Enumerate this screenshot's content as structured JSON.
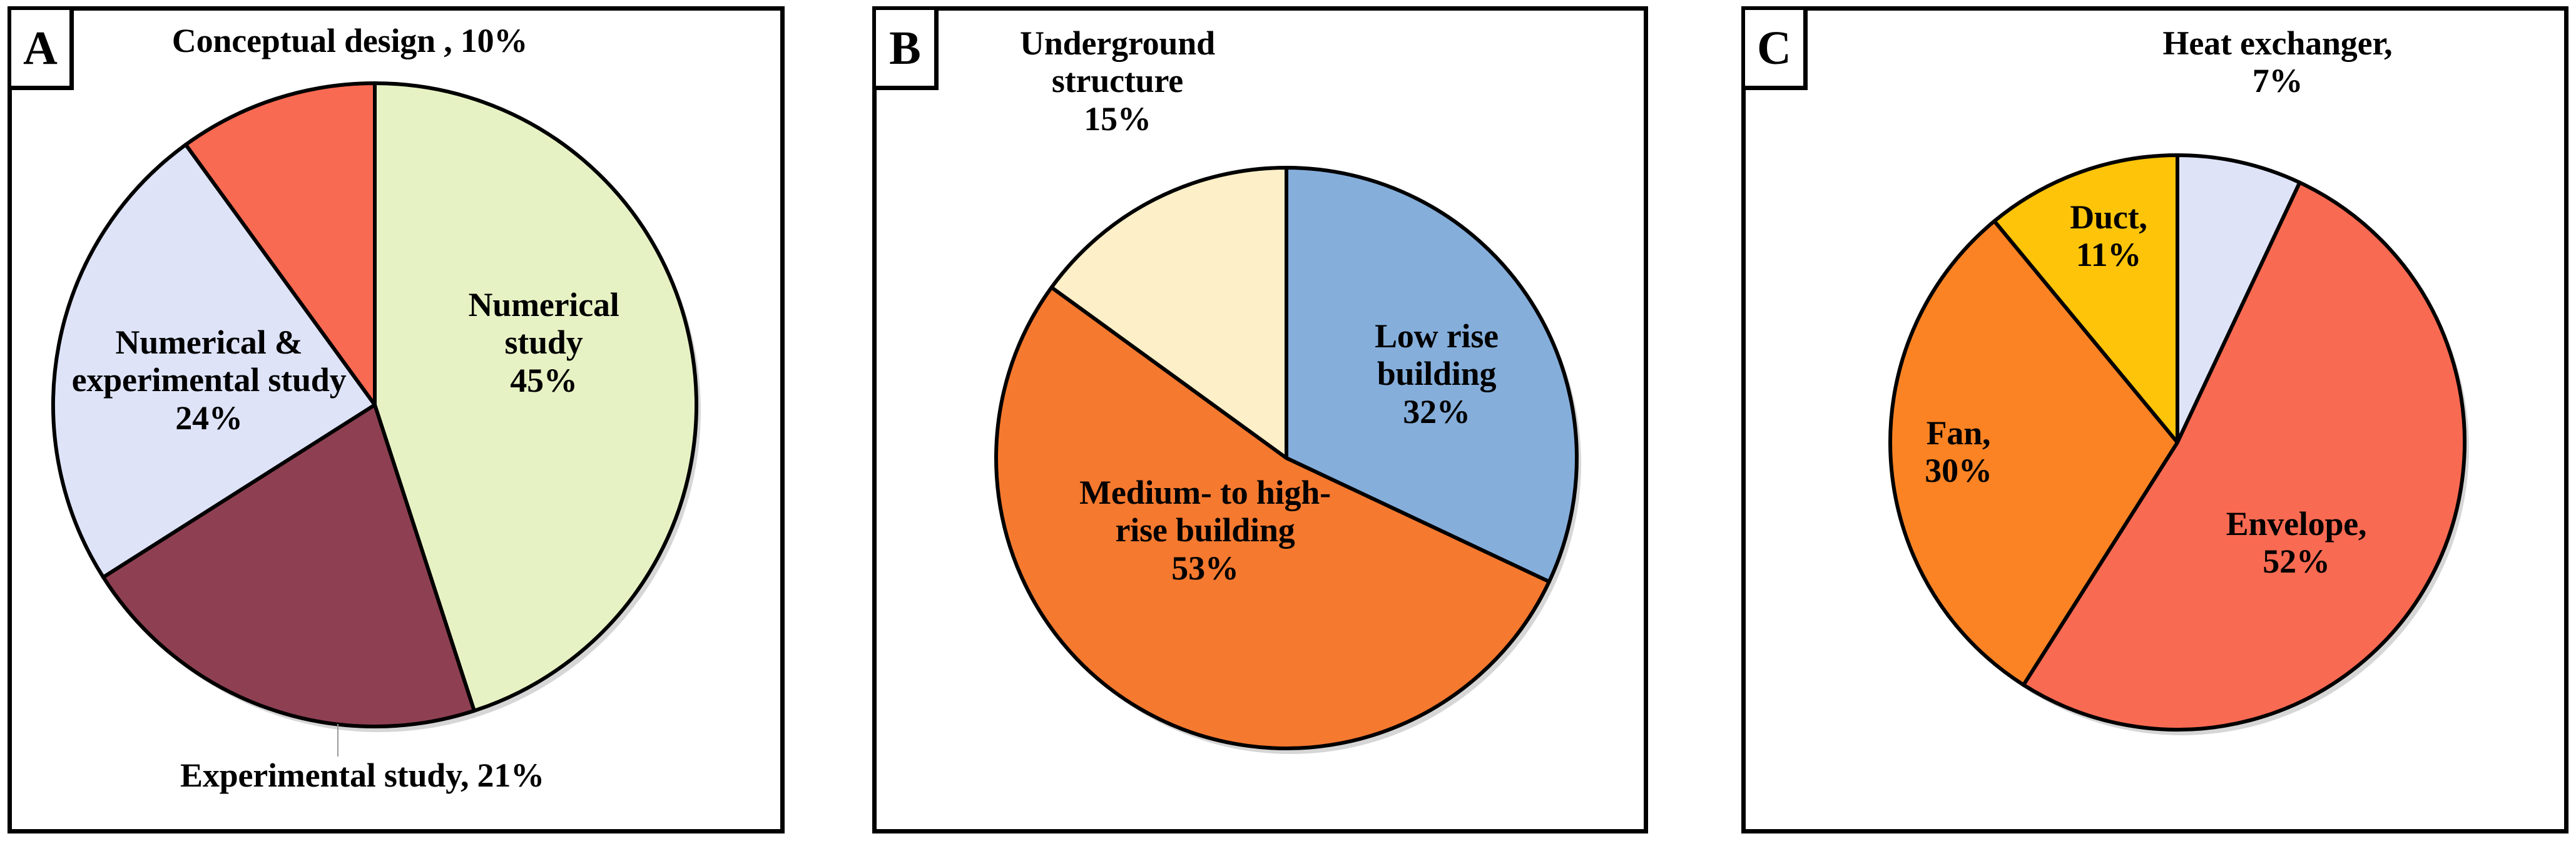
{
  "figure": {
    "panels": [
      {
        "id": "A",
        "badge": "A",
        "chart_data": {
          "type": "pie",
          "title": "",
          "start_angle_deg": 0,
          "direction": "clockwise",
          "categories": [
            "Numerical study",
            "Experimental study",
            "Numerical & experimental study",
            "Conceptual design"
          ],
          "values": [
            45,
            21,
            24,
            10
          ],
          "colors": [
            "#E7F2C4",
            "#8E4052",
            "#DEE3F8",
            "#F96A52"
          ],
          "labels": [
            {
              "name": "Numerical study",
              "percent": "45%",
              "text": "Numerical\nstudy\n45%",
              "placement": "inside"
            },
            {
              "name": "Experimental study",
              "percent": "21%",
              "text": "Experimental study, 21%",
              "placement": "outside-bottom"
            },
            {
              "name": "Numerical & experimental study",
              "percent": "24%",
              "text": "Numerical &\nexperimental study\n24%",
              "placement": "inside"
            },
            {
              "name": "Conceptual design",
              "percent": "10%",
              "text": "Conceptual design , 10%",
              "placement": "outside-top"
            }
          ]
        }
      },
      {
        "id": "B",
        "badge": "B",
        "chart_data": {
          "type": "pie",
          "title": "",
          "start_angle_deg": 0,
          "direction": "clockwise",
          "categories": [
            "Low rise building",
            "Medium- to high-rise building",
            "Underground structure"
          ],
          "values": [
            32,
            53,
            15
          ],
          "colors": [
            "#85AEDB",
            "#F5792F",
            "#FDEFC8"
          ],
          "labels": [
            {
              "name": "Low rise building",
              "percent": "32%",
              "text": "Low rise\nbuilding\n32%",
              "placement": "inside"
            },
            {
              "name": "Medium- to high-rise building",
              "percent": "53%",
              "text": "Medium- to high-\nrise building\n53%",
              "placement": "inside"
            },
            {
              "name": "Underground structure",
              "percent": "15%",
              "text": "Underground\nstructure\n15%",
              "placement": "outside-topleft"
            }
          ]
        }
      },
      {
        "id": "C",
        "badge": "C",
        "chart_data": {
          "type": "pie",
          "title": "",
          "start_angle_deg": 0,
          "direction": "clockwise",
          "categories": [
            "Heat exchanger",
            "Envelope",
            "Fan",
            "Duct"
          ],
          "values": [
            7,
            52,
            30,
            11
          ],
          "colors": [
            "#DEE3F8",
            "#F96A52",
            "#FB8324",
            "#FDC409"
          ],
          "labels": [
            {
              "name": "Heat exchanger",
              "percent": "7%",
              "text": "Heat exchanger,\n7%",
              "placement": "outside-top"
            },
            {
              "name": "Envelope",
              "percent": "52%",
              "text": "Envelope,\n52%",
              "placement": "inside"
            },
            {
              "name": "Fan",
              "percent": "30%",
              "text": "Fan,\n30%",
              "placement": "inside"
            },
            {
              "name": "Duct",
              "percent": "11%",
              "text": "Duct,\n11%",
              "placement": "inside"
            }
          ]
        }
      }
    ]
  }
}
